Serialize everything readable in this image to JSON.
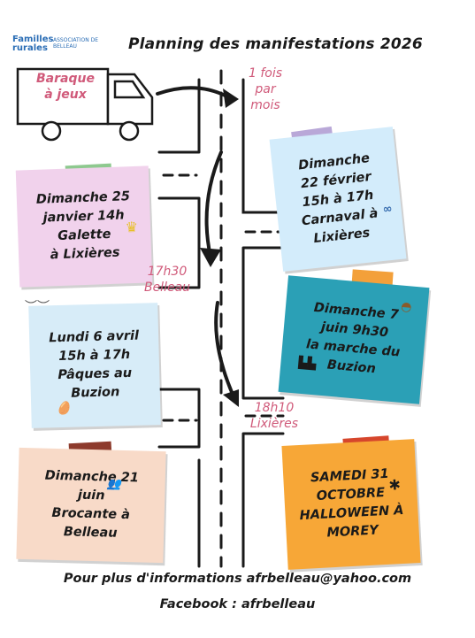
{
  "logo": {
    "brand": "Familles rurales",
    "association": "ASSOCIATION DE BELLEAU"
  },
  "title": "Planning des manifestations 2026",
  "truck": {
    "label_line1": "Baraque",
    "label_line2": "à jeux"
  },
  "frequency": {
    "line1": "1 fois",
    "line2": "par",
    "line3": "mois"
  },
  "events": [
    {
      "lines": [
        "Dimanche 25",
        "janvier 14h",
        "Galette",
        "à Lixières"
      ],
      "color": "#f1d2ec"
    },
    {
      "lines": [
        "Dimanche",
        "22 février",
        "15h à 17h",
        "Carnaval à",
        "Lixières"
      ],
      "color": "#d3ecfb"
    },
    {
      "lines": [
        "Lundi 6 avril",
        "15h à 17h",
        "Pâques au",
        "Buzion"
      ],
      "color": "#d7ecf8"
    },
    {
      "lines": [
        "Dimanche 7",
        "juin 9h30",
        "la marche du",
        "Buzion"
      ],
      "color": "#2ba0b6"
    },
    {
      "lines": [
        "Dimanche 21",
        "juin",
        "Brocante à",
        "Belleau"
      ],
      "color": "#f8dac8"
    },
    {
      "lines": [
        "SAMEDI 31",
        "OCTOBRE",
        "HALLOWEEN À",
        "MOREY"
      ],
      "color": "#f7a737"
    }
  ],
  "time_labels": [
    {
      "line1": "17h30",
      "line2": "Belleau"
    },
    {
      "line1": "18h10",
      "line2": "Lixières"
    }
  ],
  "footer": {
    "info": "Pour plus d'informations afrbelleau@yahoo.com",
    "facebook": "Facebook : afrbelleau"
  },
  "colors": {
    "accent_pink": "#d05a7a",
    "road": "#1a1a1a"
  }
}
